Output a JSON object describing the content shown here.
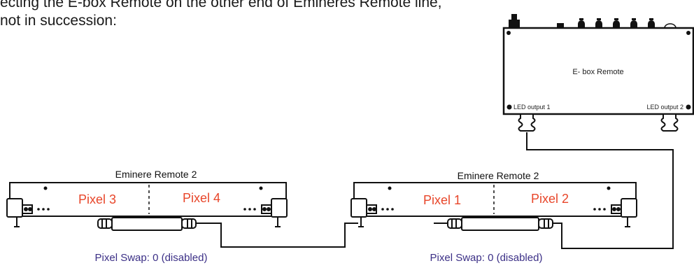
{
  "intro": {
    "line1": "ecting the E-box Remote on the other end of Emineres Remote line,",
    "line2": "not in succession:"
  },
  "ebox": {
    "label": "E- box Remote",
    "output1_label": "LED output 1",
    "output2_label": "LED output 2"
  },
  "fixtures": [
    {
      "name": "Eminere Remote 2",
      "pixel_left": "Pixel 3",
      "pixel_right": "Pixel 4",
      "swap_label": "Pixel Swap: 0 (disabled)"
    },
    {
      "name": "Eminere Remote 2",
      "pixel_left": "Pixel 1",
      "pixel_right": "Pixel 2",
      "swap_label": "Pixel Swap: 0 (disabled)"
    }
  ],
  "colors": {
    "pixel_text": "#e8462a",
    "swap_text": "#3b2f86",
    "line": "#111111"
  }
}
